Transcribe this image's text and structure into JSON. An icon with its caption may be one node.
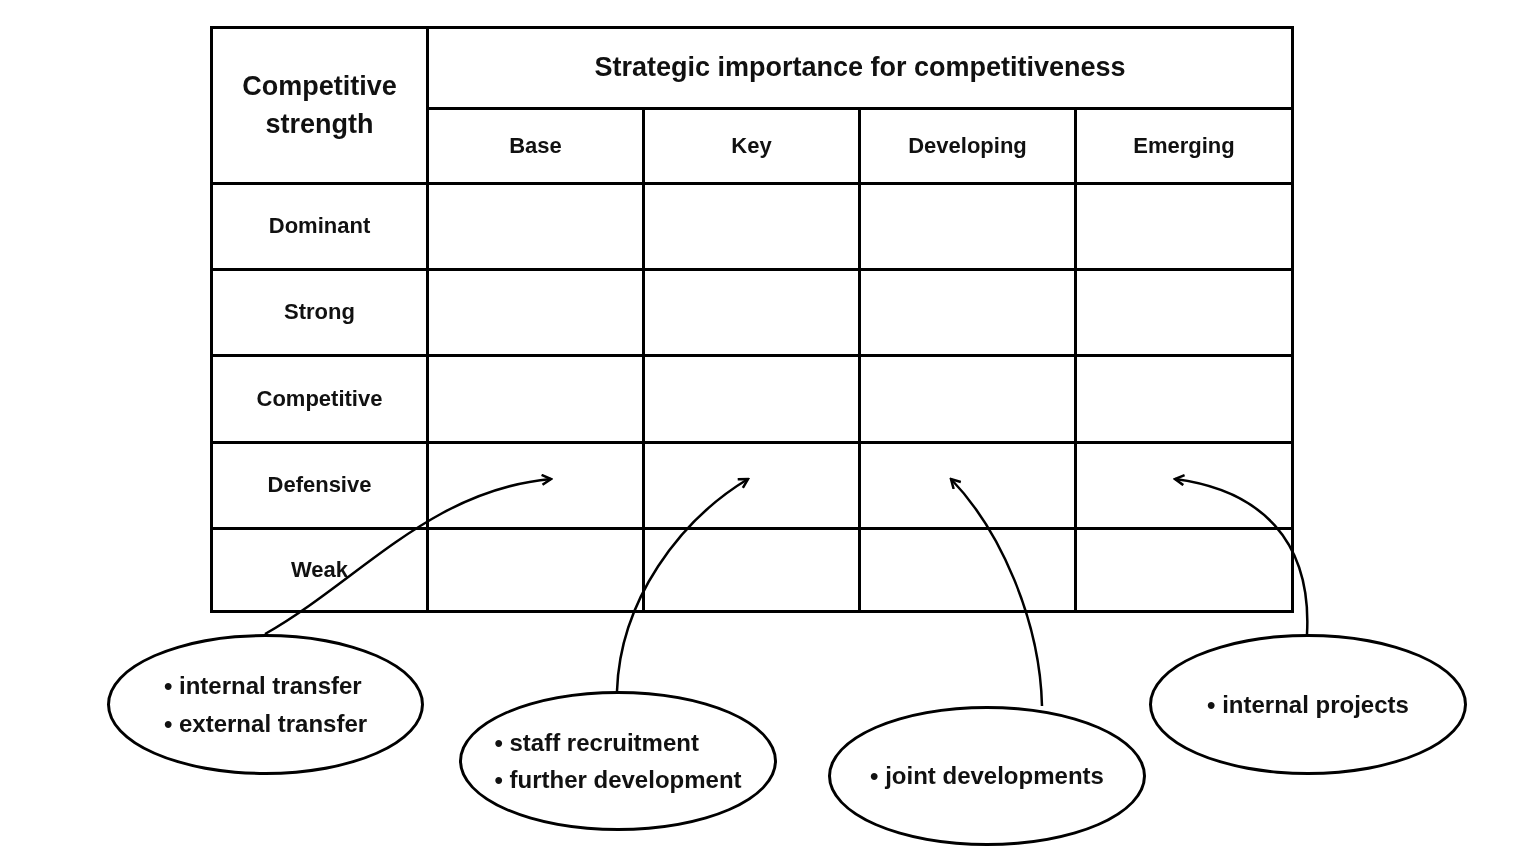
{
  "diagram": {
    "nodes": [
      {
        "text": [
          "• internal transfer",
          "• external transfer"
        ]
      },
      {
        "text": [
          "• staff recruitment",
          "• further development"
        ]
      },
      {
        "text": [
          "• joint developments"
        ]
      },
      {
        "text": [
          "• internal projects"
        ]
      }
    ],
    "edges": [
      {
        "from": 0,
        "to": null,
        "arrow": "to"
      },
      {
        "from": 1,
        "to": null,
        "arrow": "to"
      },
      {
        "from": 2,
        "to": null,
        "arrow": "to"
      },
      {
        "from": 3,
        "to": null,
        "arrow": "to"
      }
    ],
    "labels": [
      "Competitive strength",
      "Strategic importance for competitiveness",
      "Base",
      "Key",
      "Developing",
      "Emerging",
      "Dominant",
      "Strong",
      "Competitive",
      "Defensive",
      "Weak"
    ]
  }
}
